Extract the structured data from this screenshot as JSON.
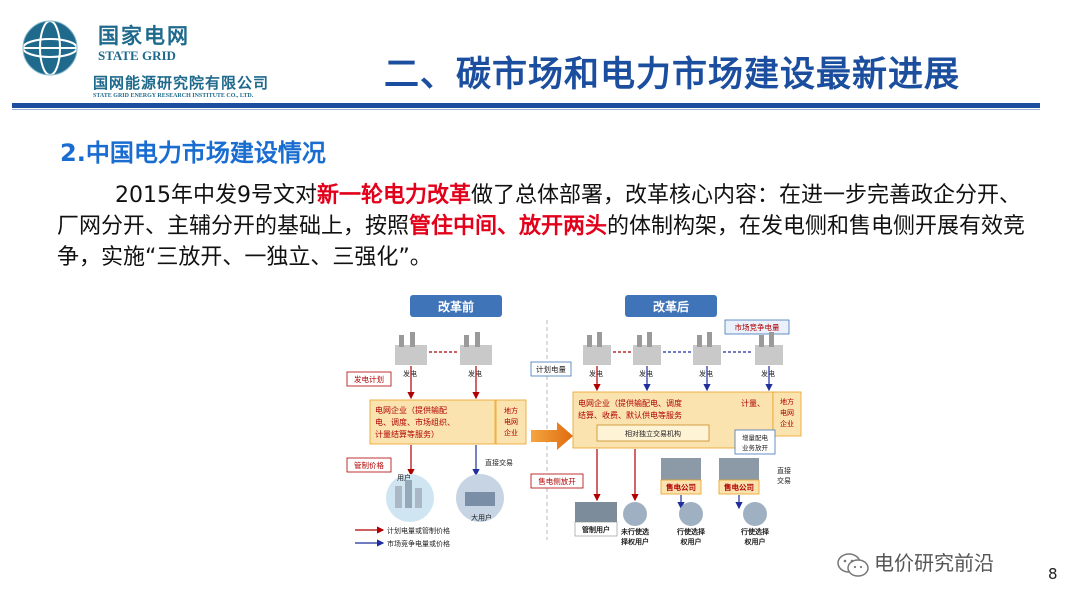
{
  "logo": {
    "name_cn": "国家电网",
    "name_en": "STATE GRID",
    "institute_cn": "国网能源研究院有限公司",
    "institute_en": "STATE GRID ENERGY RESEARCH INSTITUTE CO., LTD."
  },
  "title": "二、碳市场和电力市场建设最新进展",
  "subtitle": "2.中国电力市场建设情况",
  "paragraph": {
    "p1": "2015年中发9号文对",
    "h1": "新一轮电力改革",
    "p2": "做了总体部署，改革核心内容：在进一步完善政企分开、厂网分开、主辅分开的基础上，按照",
    "h2": "管住中间、放开两头",
    "p3": "的体制构架，在发电侧和售电侧开展有效竞争，实施“三放开、一独立、三强化”。"
  },
  "diagram": {
    "before_label": "改革前",
    "after_label": "改革后",
    "market_power": "市场竞争电量",
    "plan_power": "计划电量",
    "gen": "发电",
    "gen_plan": "发电计划",
    "grid_before": [
      "电网企业（提供输配",
      "电、调度、市场组织、",
      "计量结算等服务）"
    ],
    "local_grid": [
      "地方",
      "电网",
      "企业"
    ],
    "regulated_price": "管制价格",
    "direct_trade": "直接交易",
    "user": "用户",
    "big_user": "大用户",
    "legend_plan": "计划电量或管制价格",
    "legend_market": "市场竞争电量或价格",
    "grid_after": [
      "电网企业（提供输配电、调度",
      "结算、收费、默认供电等服务"
    ],
    "exchange": "相对独立交易机构",
    "metering": "计量、",
    "incremental": [
      "增量配电",
      "业务放开"
    ],
    "retail_open": "售电侧放开",
    "retail_co": "售电公司",
    "direct_trade_after": [
      "直接",
      "交易"
    ],
    "regulated_user": "管制用户",
    "not_exercised": [
      "未行使选",
      "择权用户"
    ],
    "exercise_choice": [
      "行使选择",
      "权用户"
    ]
  },
  "watermark": "电价研究前沿",
  "page_number": "8",
  "colors": {
    "title_blue": "#1b4e9e",
    "subtitle_blue": "#1a6dd0",
    "highlight_red": "#e2001a",
    "logo_teal": "#1f6a8c",
    "box_orange": "#fbe3b0",
    "header_blue": "#3f74b8"
  }
}
